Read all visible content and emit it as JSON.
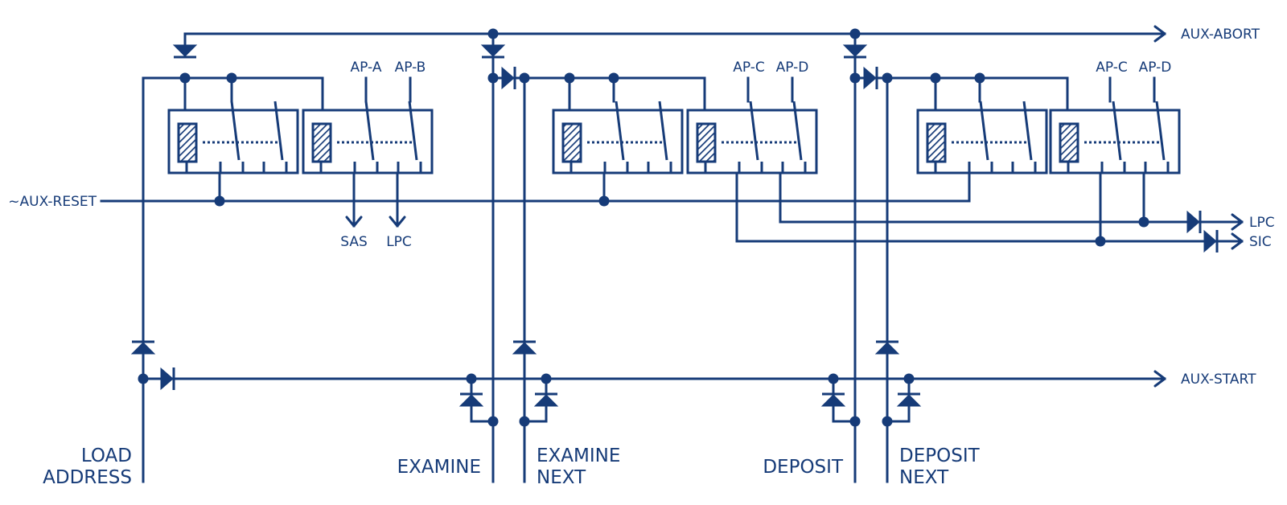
{
  "colors": {
    "ink": "#163b78",
    "background": "#ffffff"
  },
  "signals": {
    "aux_abort": "AUX-ABORT",
    "aux_start": "AUX-START",
    "aux_reset": "~AUX-RESET",
    "lpc_out": "LPC",
    "sic_out": "SIC",
    "sas": "SAS",
    "lpc_down": "LPC"
  },
  "relay_contacts": {
    "g1_a": "AP-A",
    "g1_b": "AP-B",
    "g2_c": "AP-C",
    "g2_d": "AP-D",
    "g3_c": "AP-C",
    "g3_d": "AP-D"
  },
  "switches": {
    "load_address": [
      "LOAD",
      "ADDRESS"
    ],
    "examine": "EXAMINE",
    "examine_next": [
      "EXAMINE",
      "NEXT"
    ],
    "deposit": "DEPOSIT",
    "deposit_next": [
      "DEPOSIT",
      "NEXT"
    ]
  }
}
